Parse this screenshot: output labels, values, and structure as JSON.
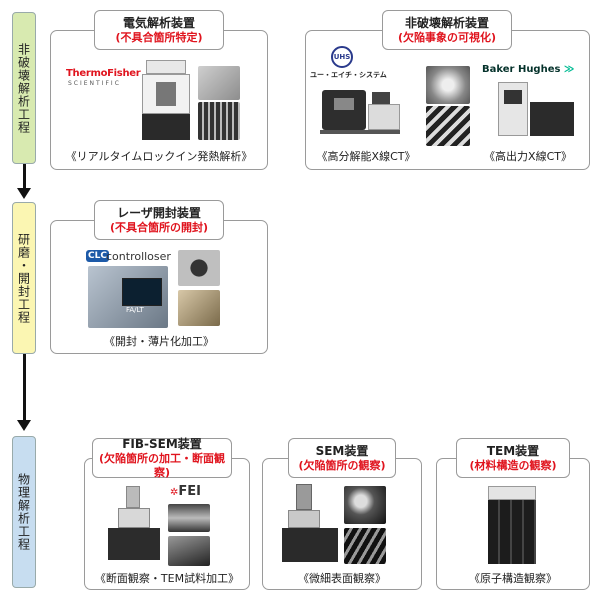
{
  "stages": [
    {
      "label": "非破壊解析工程",
      "color": "#d8eab0"
    },
    {
      "label": "研磨・開封工程",
      "color": "#fbf6b2"
    },
    {
      "label": "物理解析工程",
      "color": "#c7ddf0"
    }
  ],
  "panels": {
    "electrical": {
      "title": "電気解析装置",
      "subtitle": "(不具合箇所特定)",
      "logo": "ThermoFisher",
      "logo_sub": "SCIENTIFIC",
      "caption": "《リアルタイムロックイン発熱解析》"
    },
    "nondestructive": {
      "title": "非破壊解析装置",
      "subtitle": "(欠陥事象の可視化)",
      "logo1": "UHS",
      "logo1_text": "ユー・エイチ・システム",
      "logo2": "Baker Hughes",
      "caption1": "《高分解能X線CT》",
      "caption2": "《高出力X線CT》"
    },
    "laser": {
      "title": "レーザ開封装置",
      "subtitle": "(不具合箇所の開封)",
      "logo": "controlloser",
      "logo_badge": "CLC",
      "screen_text": "FA/LT",
      "caption": "《開封・薄片化加工》"
    },
    "fibsem": {
      "title": "FIB-SEM装置",
      "subtitle": "(欠陥箇所の加工・断面観察)",
      "logo": "FEI",
      "caption": "《断面観察・TEM試料加工》"
    },
    "sem": {
      "title": "SEM装置",
      "subtitle": "(欠陥箇所の観察)",
      "caption": "《微細表面観察》"
    },
    "tem": {
      "title": "TEM装置",
      "subtitle": "(材料構造の観察)",
      "caption": "《原子構造観察》"
    }
  }
}
